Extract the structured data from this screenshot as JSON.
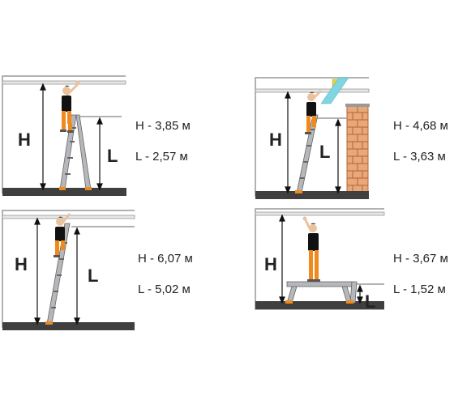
{
  "colors": {
    "frame": "#999999",
    "floor": "#3f3f3f",
    "floor_edge": "#222222",
    "ladder": "#b5b7ba",
    "ladder_edge": "#666666",
    "dim_line": "#111111",
    "worker_shirt": "#111111",
    "worker_pants": "#f08a1c",
    "worker_skin": "#e8c39e",
    "brick": "#e7a87a",
    "brick_mortar": "#b46434",
    "lamp": "#7fd6e0",
    "lamp_fixture": "#e6d33c"
  },
  "icons": {
    "worker": "worker-figure-icon",
    "ladder": "ladder-icon",
    "brick_wall": "brick-wall-icon",
    "ceiling_lamp": "ceiling-lamp-icon"
  },
  "panels": [
    {
      "id": "panel-1",
      "h_label": "H",
      "l_label": "L",
      "h_value": "H - 3,85 м",
      "l_value": "L - 2,57 м"
    },
    {
      "id": "panel-2",
      "h_label": "H",
      "l_label": "L",
      "h_value": "H - 4,68 м",
      "l_value": "L - 3,63 м"
    },
    {
      "id": "panel-3",
      "h_label": "H",
      "l_label": "L",
      "h_value": "H - 6,07 м",
      "l_value": "L - 5,02 м"
    },
    {
      "id": "panel-4",
      "h_label": "H",
      "l_label": "L",
      "h_value": "H - 3,67 м",
      "l_value": "L - 1,52 м"
    }
  ]
}
